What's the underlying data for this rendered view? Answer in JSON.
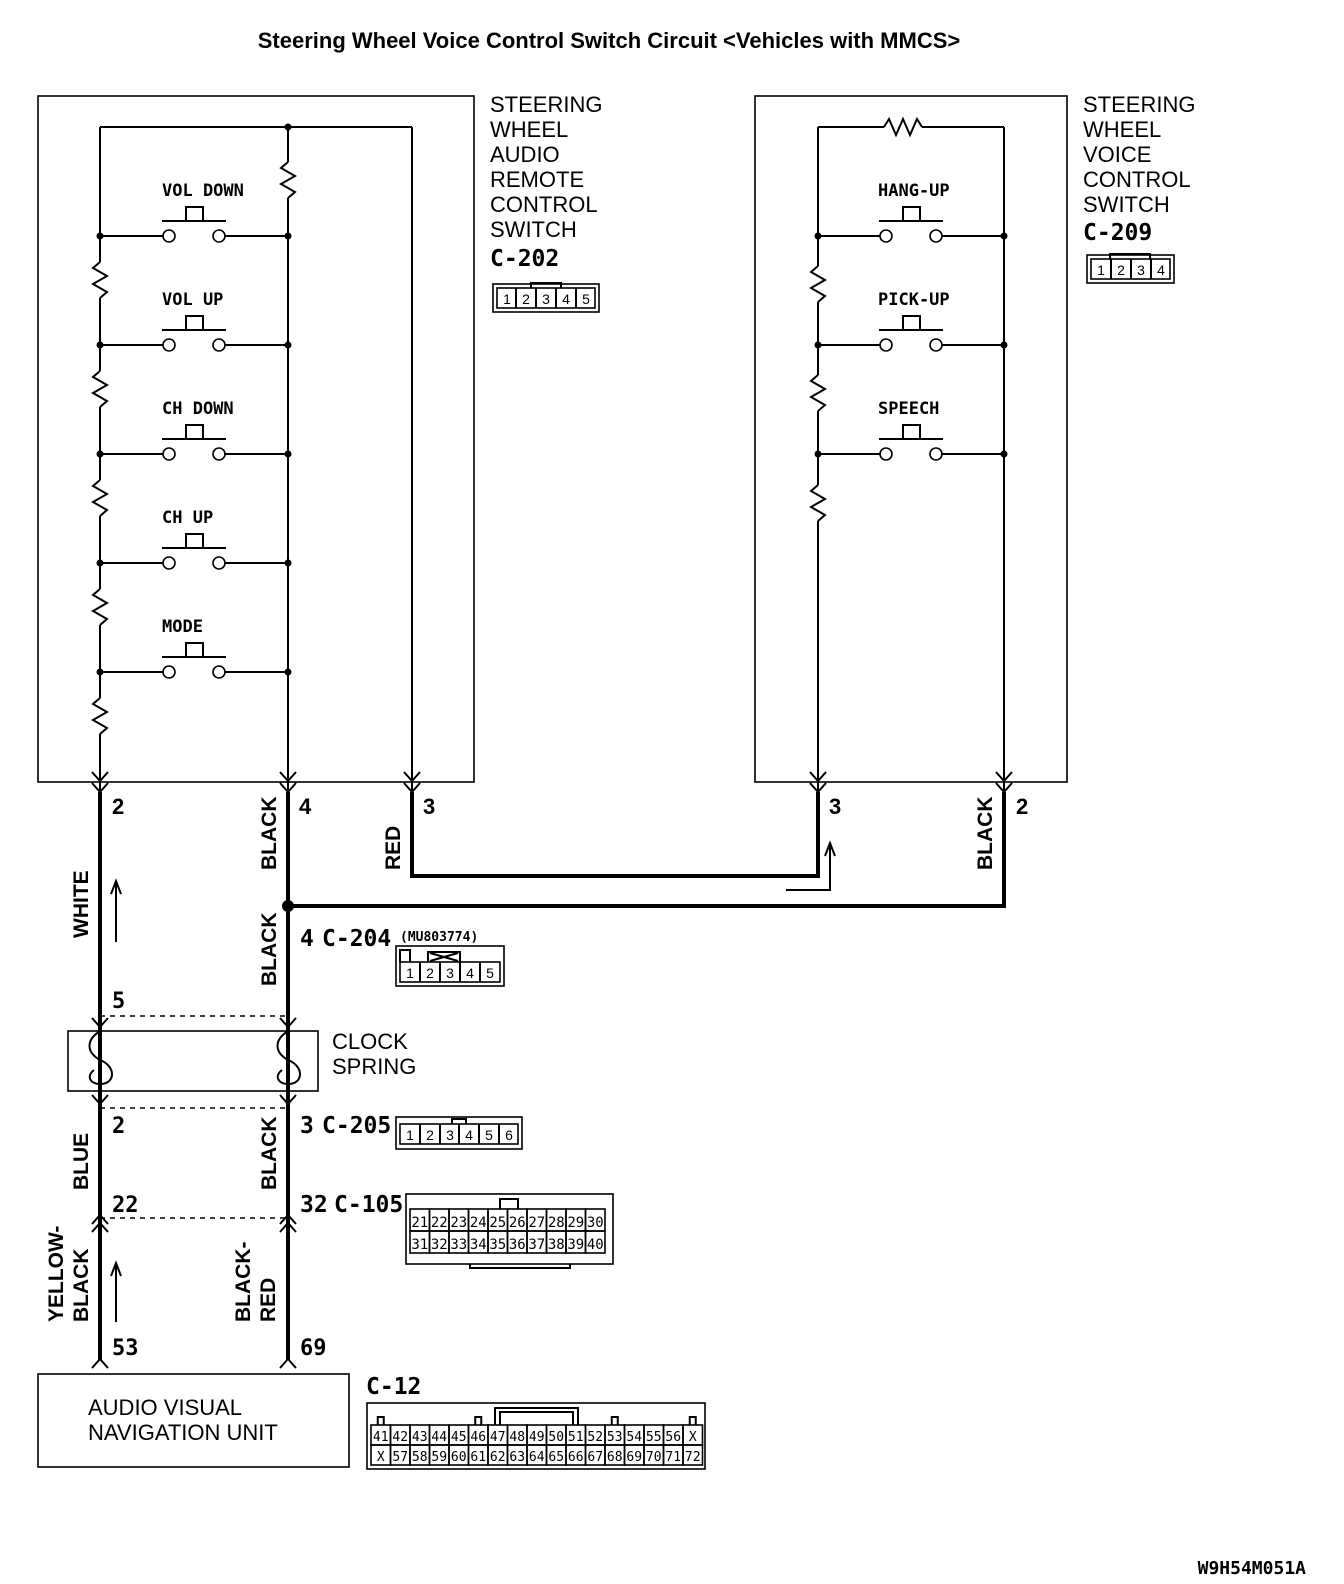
{
  "title": "Steering Wheel Voice Control  Switch Circuit <Vehicles with MMCS>",
  "figure_id": "W9H54M051A",
  "audio_switch": {
    "label_lines": [
      "STEERING",
      "WHEEL",
      "AUDIO",
      "REMOTE",
      "CONTROL",
      "SWITCH"
    ],
    "connector": "C-202",
    "pins": [
      "1",
      "2",
      "3",
      "4",
      "5"
    ],
    "buttons": [
      "VOL  DOWN",
      "VOL  UP",
      "CH  DOWN",
      "CH  UP",
      "MODE"
    ],
    "terminals": [
      "2",
      "4",
      "3"
    ]
  },
  "voice_switch": {
    "label_lines": [
      "STEERING",
      "WHEEL",
      "VOICE",
      "CONTROL",
      "SWITCH"
    ],
    "connector": "C-209",
    "pins": [
      "1",
      "2",
      "3",
      "4"
    ],
    "buttons": [
      "HANG-UP",
      "PICK-UP",
      "SPEECH"
    ],
    "terminals": [
      "3",
      "2"
    ]
  },
  "wires": {
    "white": "WHITE",
    "black_a": "BLACK",
    "red": "RED",
    "black_b": "BLACK",
    "black_c": "BLACK",
    "blue": "BLUE",
    "black_d": "BLACK",
    "yellow_black": [
      "YELLOW-",
      "BLACK"
    ],
    "black_red": [
      "BLACK-",
      "RED"
    ]
  },
  "c204": {
    "pin": "4",
    "name": "C-204",
    "part_no": "(MU803774)",
    "pins": [
      "1",
      "2",
      "3",
      "4",
      "5"
    ]
  },
  "clock_spring": {
    "label_lines": [
      "CLOCK",
      "SPRING"
    ],
    "top_pin": "5"
  },
  "c205": {
    "left_pin": "2",
    "pin": "3",
    "name": "C-205",
    "pins": [
      "1",
      "2",
      "3",
      "4",
      "5",
      "6"
    ]
  },
  "c105": {
    "left_pin": "22",
    "pin": "32",
    "name": "C-105",
    "row1": [
      "21",
      "22",
      "23",
      "24",
      "25",
      "26",
      "27",
      "28",
      "29",
      "30"
    ],
    "row2": [
      "31",
      "32",
      "33",
      "34",
      "35",
      "36",
      "37",
      "38",
      "39",
      "40"
    ]
  },
  "nav_unit": {
    "label_lines": [
      "AUDIO VISUAL",
      "NAVIGATION UNIT"
    ],
    "pins": [
      "53",
      "69"
    ]
  },
  "c12": {
    "name": "C-12",
    "row1": [
      "41",
      "42",
      "43",
      "44",
      "45",
      "46",
      "47",
      "48",
      "49",
      "50",
      "51",
      "52",
      "53",
      "54",
      "55",
      "56",
      "X"
    ],
    "row2": [
      "X",
      "57",
      "58",
      "59",
      "60",
      "61",
      "62",
      "63",
      "64",
      "65",
      "66",
      "67",
      "68",
      "69",
      "70",
      "71",
      "72"
    ]
  }
}
